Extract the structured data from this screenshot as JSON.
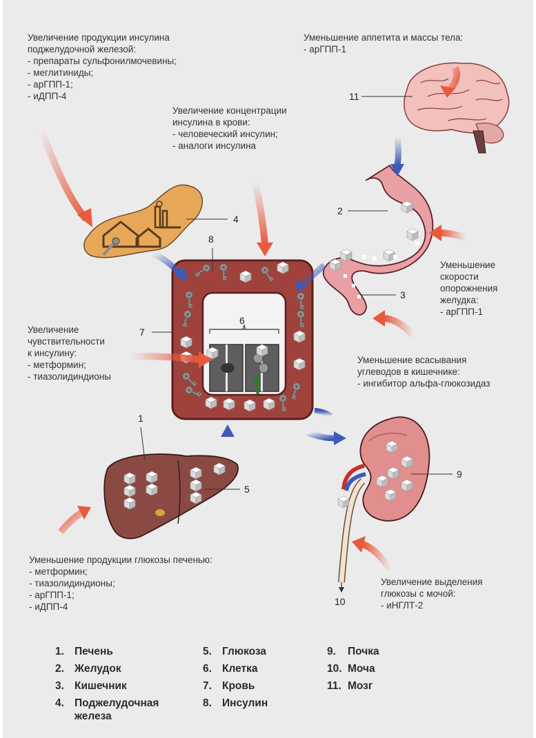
{
  "annotations": {
    "pancreas_block": {
      "title": [
        "Увеличение продукции инсулина",
        "поджелудочной железой:"
      ],
      "items": [
        "- препараты сульфонилмочевины;",
        "- меглитиниды;",
        "- арГПП-1;",
        "- иДПП-4"
      ]
    },
    "insulin_block": {
      "title": [
        "Увеличение концентрации",
        "инсулина в крови:"
      ],
      "items": [
        "- человеческий инсулин;",
        "- аналоги инсулина"
      ]
    },
    "appetite_block": {
      "title": [
        "Уменьшение аппетита и массы тела:"
      ],
      "items": [
        "- арГПП-1"
      ]
    },
    "stomach_block": {
      "title": [
        "Уменьшение",
        "скорости",
        "опорожнения",
        "желудка:"
      ],
      "items": [
        "- арГПП-1"
      ]
    },
    "sensitivity_block": {
      "title": [
        "Увеличение",
        "чувствительности",
        "к инсулину:"
      ],
      "items": [
        "- метформин;",
        "- тиазолидиндионы"
      ]
    },
    "absorption_block": {
      "title": [
        "Уменьшение всасывания",
        "углеводов в кишечнике:"
      ],
      "items": [
        "- ингибитор альфа-глюкозидаз"
      ]
    },
    "liver_block": {
      "title": [
        "Уменьшение продукции глюкозы печенью:"
      ],
      "items": [
        "- метформин;",
        "- тиазолидиндионы;",
        "- арГПП-1;",
        "- иДПП-4"
      ]
    },
    "kidney_block": {
      "title": [
        "Увеличение выделения",
        "глюкозы с мочой:"
      ],
      "items": [
        "- иНГЛТ-2"
      ]
    }
  },
  "callout_numbers": {
    "liver": "1",
    "stomach": "2",
    "intestine": "3",
    "pancreas": "4",
    "glucose": "5",
    "cell": "6",
    "blood": "7",
    "insulin": "8",
    "kidney": "9",
    "urine": "10",
    "brain": "11"
  },
  "legend": {
    "col1": [
      {
        "num": "1.",
        "label": "Печень"
      },
      {
        "num": "2.",
        "label": "Желудок"
      },
      {
        "num": "3.",
        "label": "Кишечник"
      },
      {
        "num": "4.",
        "label": "Поджелудочная",
        "label2": "железа"
      }
    ],
    "col2": [
      {
        "num": "5.",
        "label": "Глюкоза"
      },
      {
        "num": "6.",
        "label": "Клетка"
      },
      {
        "num": "7.",
        "label": "Кровь"
      },
      {
        "num": "8.",
        "label": "Инсулин"
      }
    ],
    "col3": [
      {
        "num": "9.",
        "label": "Почка"
      },
      {
        "num": "10.",
        "label": "Моча"
      },
      {
        "num": "11.",
        "label": "Мозг"
      }
    ]
  },
  "colors": {
    "background": "#ebebeb",
    "blood": "#a0423c",
    "blood_border": "#5a1f1c",
    "pancreas": "#e8a85a",
    "liver": "#8a4a43",
    "stomach": "#e8a0a4",
    "kidney": "#e08e8e",
    "brain": "#f2c0bd",
    "drug_arrow": "#e85a3c",
    "flow_arrow": "#3d5ab8"
  }
}
